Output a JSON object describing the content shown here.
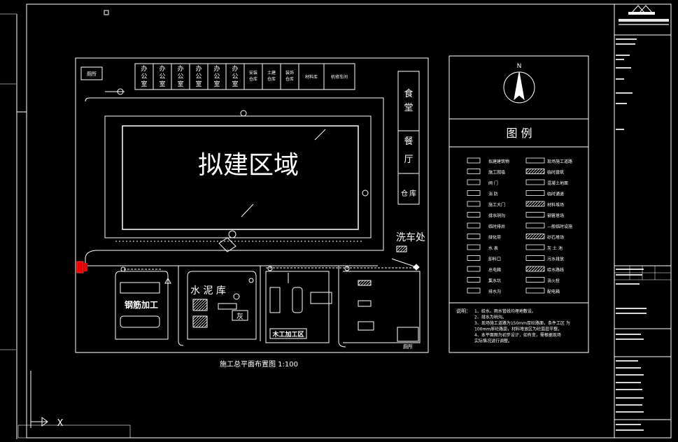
{
  "drawing": {
    "main_label": "拟建区域",
    "plan_title": "施工总平面布置图  1:100",
    "north_label": "N",
    "legend_title": "图  例",
    "wash_label": "洗车处",
    "cement_label": "水  泥  库",
    "ash_label": "灰",
    "rebar_label": "钢筋加工",
    "wood_label": "木工加工区",
    "toilet_label": "厕所",
    "cafeteria_chars": [
      "食",
      "堂"
    ],
    "hall_chars": [
      "餐",
      "厅"
    ],
    "store_chars": [
      "仓",
      "库"
    ],
    "offices": [
      {
        "lines": [
          "办",
          "公",
          "室"
        ]
      },
      {
        "lines": [
          "办",
          "公",
          "室"
        ]
      },
      {
        "lines": [
          "办",
          "公",
          "室"
        ]
      },
      {
        "lines": [
          "办",
          "公",
          "室"
        ]
      },
      {
        "lines": [
          "办",
          "公",
          "室"
        ]
      },
      {
        "lines": [
          "办",
          "公",
          "室"
        ]
      },
      {
        "lines": [
          "安装",
          "仓库"
        ]
      },
      {
        "lines": [
          "土建",
          "仓库"
        ]
      },
      {
        "lines": [
          "装饰",
          "仓库"
        ]
      },
      {
        "lines": [
          "材料库"
        ]
      },
      {
        "lines": [
          "机修车间"
        ]
      }
    ],
    "notes_heading": "说明：",
    "notes": [
      "1、给水、雨水管线均埋地敷设。",
      "2、排水为明沟。",
      "3、现场施工道路为150mm厚砼路面，条件工区  为",
      "   100mm厚砼路面，材料堆放区为砼面层平整。",
      "4、本平面图为初步设计，如有变，需根据现场",
      "实际情况进行调整。"
    ],
    "legend_items": [
      {
        "left": "拟建建筑物",
        "right": "现场施工道路"
      },
      {
        "left": "施工围墙",
        "right": "临时建筑"
      },
      {
        "left": "阀  门",
        "right": "混凝土地面"
      },
      {
        "left": "消  防",
        "right": "临时通道"
      },
      {
        "left": "施工大门",
        "right": "材料堆场"
      },
      {
        "left": "排水明沟",
        "right": "钢管堆场"
      },
      {
        "left": "临时排井",
        "right": "—般临时设施"
      },
      {
        "left": "绿化带",
        "right": "砂石堆场"
      },
      {
        "left": "水  表",
        "right": "灰  土  池"
      },
      {
        "left": "卸料口",
        "right": "污水排放"
      },
      {
        "left": "总电箱",
        "right": "给水路线"
      },
      {
        "left": "集水坑",
        "right": "消火栓"
      },
      {
        "left": "排水沟",
        "right": "配电箱"
      }
    ],
    "bottom_left_x": "X"
  }
}
